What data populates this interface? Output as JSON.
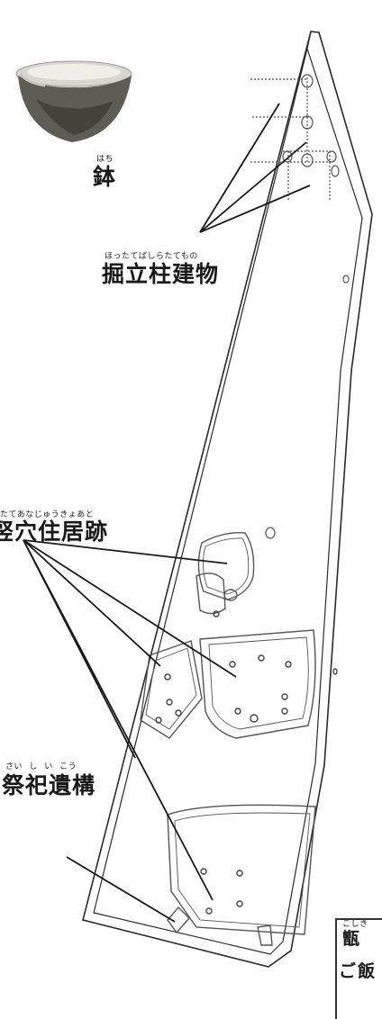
{
  "labels": {
    "hachi": {
      "ruby": "はち",
      "text": "鉢"
    },
    "hottate": {
      "ruby": "ほったてばしらたてもの",
      "text": "掘立柱建物"
    },
    "tateana": {
      "ruby": "たてあなじゅうきょあと",
      "text": "竪穴住居跡"
    },
    "saishi": {
      "ruby": "さい し い こう",
      "text": "祭祀遺構"
    },
    "koshiki": {
      "ruby": "こしき",
      "text_line1": "甑",
      "text_line2": "ご飯"
    }
  },
  "colors": {
    "line": "#2a2a2a",
    "pit": "#555555",
    "bowl_dark": "#4a4a44",
    "bowl_light": "#bdbcb4"
  }
}
